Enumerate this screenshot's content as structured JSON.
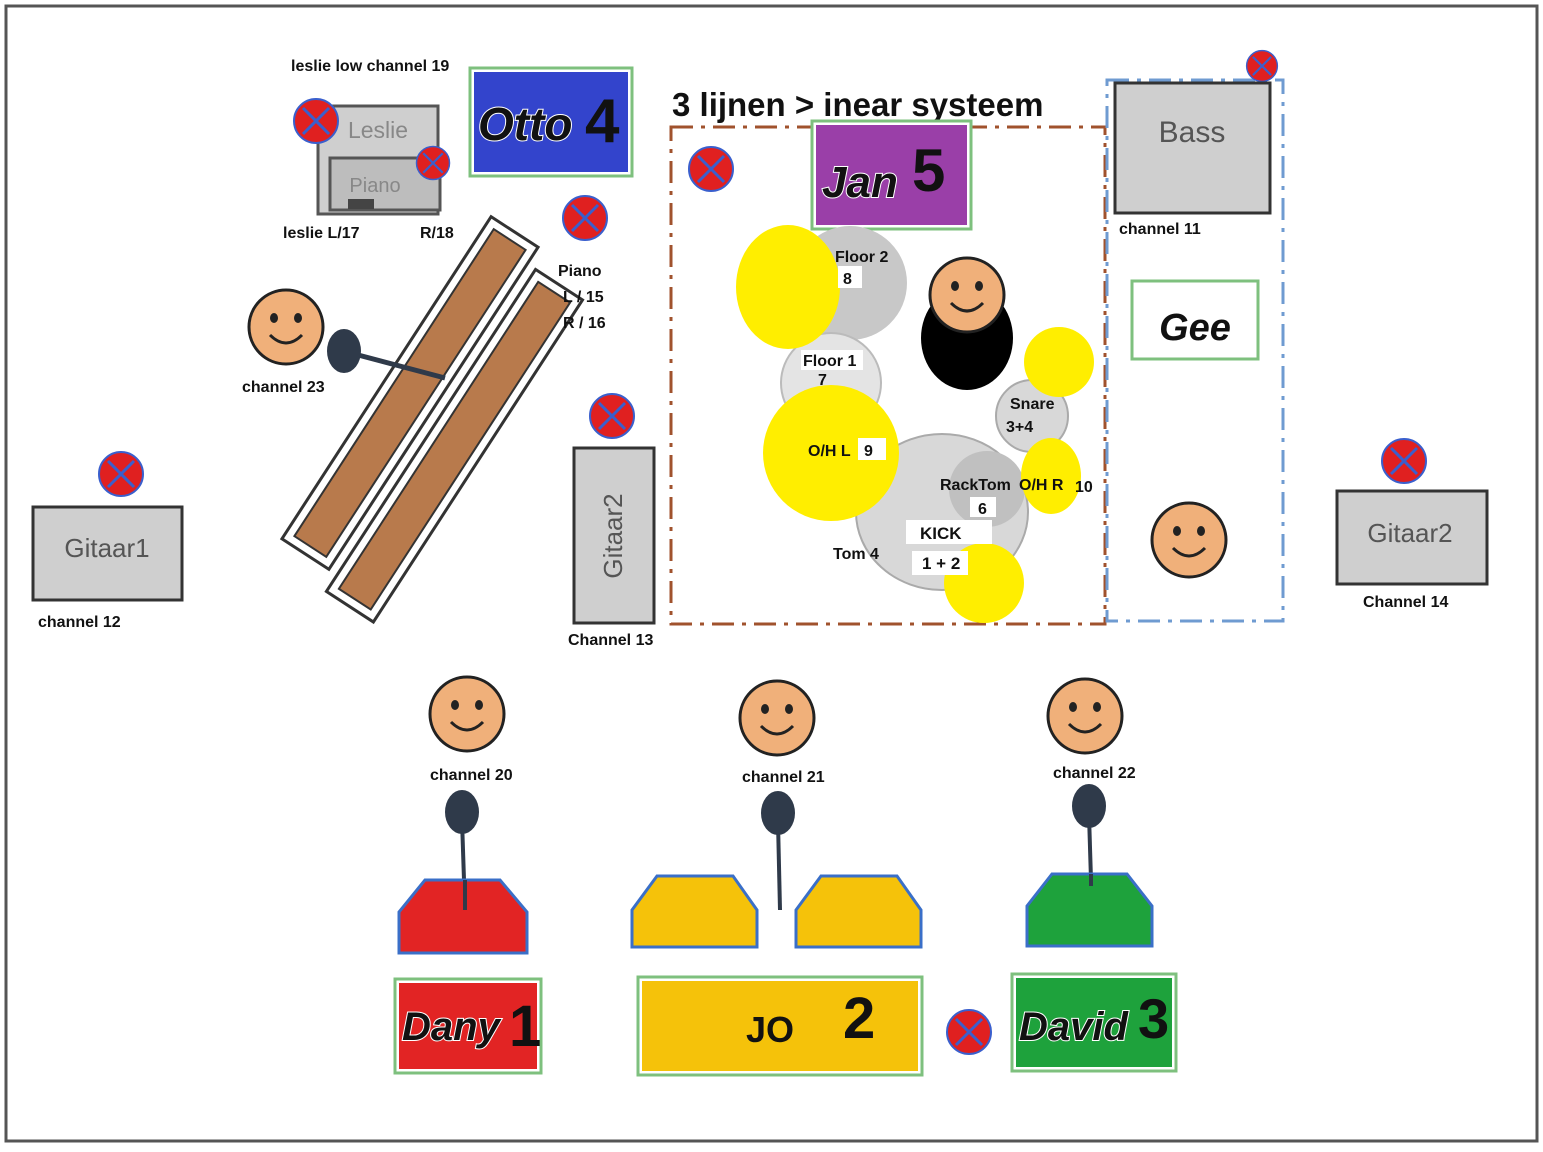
{
  "title": "3 lijnen > inear systeem",
  "labels": {
    "leslie_low": "leslie low channel 19",
    "leslie": "Leslie",
    "piano_small": "Piano",
    "leslie_l": "leslie L/17",
    "leslie_r": "R/18",
    "piano_title": "Piano",
    "piano_l": "L /  15",
    "piano_r": "R / 16",
    "keys_channel": "channel 23",
    "gitaar1": "Gitaar1",
    "gitaar1_channel": "channel  12",
    "gitaar2_mid": "Gitaar2",
    "gitaar2_mid_channel": "Channel 13",
    "gitaar2_right": "Gitaar2",
    "gitaar2_right_channel": "Channel 14",
    "bass": "Bass",
    "bass_channel": "channel  11"
  },
  "musicians": {
    "otto": {
      "name": "Otto",
      "num": "4"
    },
    "jan": {
      "name": "Jan",
      "num": "5"
    },
    "gee": {
      "name": "Gee"
    },
    "dany": {
      "name": "Dany",
      "num": "1"
    },
    "jo": {
      "name": "JO",
      "num": "2"
    },
    "david": {
      "name": "David",
      "num": "3"
    }
  },
  "drums": {
    "floor2": "Floor 2",
    "floor2_ch": "8",
    "floor1": "Floor 1",
    "floor1_ch": "7",
    "ohl": "O/H L",
    "ohl_ch": "9",
    "snare": "Snare",
    "snare_ch": "3+4",
    "racktom": "RackTom",
    "racktom_ch": "6",
    "ohr": "O/H R",
    "ohr_ch": "10",
    "kick": "KICK",
    "kick_ch": "1 + 2",
    "tom4": "Tom 4"
  },
  "vocals": {
    "ch20": "channel 20",
    "ch21": "channel 21",
    "ch22": "channel 22"
  },
  "colors": {
    "otto": "#3344cc",
    "jan": "#9a3fa8",
    "dany": "#e22424",
    "jo": "#f5c20a",
    "david": "#1ea23c",
    "face": "#f0b07a",
    "cymbal": "#ffee00",
    "drum_grey": "#d0d0d0",
    "monitor_x": "#e02020",
    "wood": "#b87a4c"
  }
}
